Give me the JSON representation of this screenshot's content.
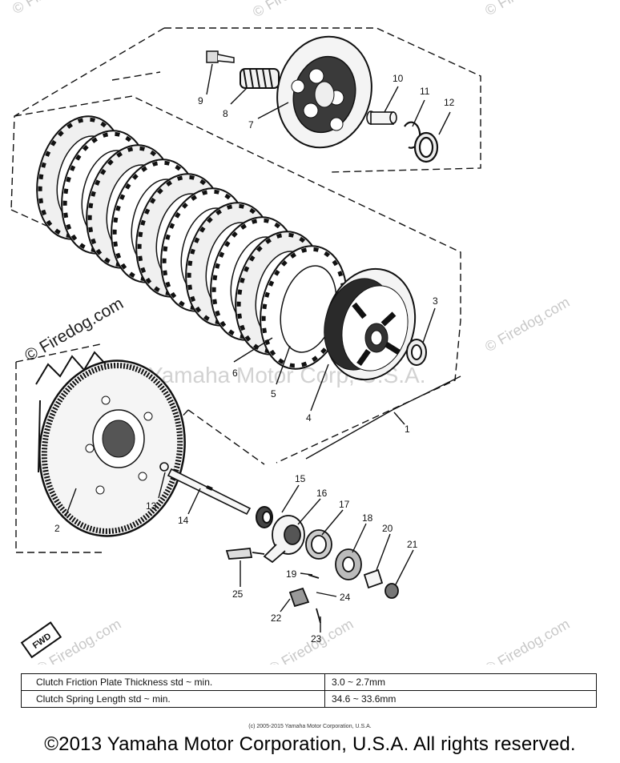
{
  "diagram": {
    "callouts": [
      {
        "id": "callout-1",
        "label": "1"
      },
      {
        "id": "callout-2",
        "label": "2"
      },
      {
        "id": "callout-3",
        "label": "3"
      },
      {
        "id": "callout-4",
        "label": "4"
      },
      {
        "id": "callout-5",
        "label": "5"
      },
      {
        "id": "callout-6",
        "label": "6"
      },
      {
        "id": "callout-7",
        "label": "7"
      },
      {
        "id": "callout-8",
        "label": "8"
      },
      {
        "id": "callout-9",
        "label": "9"
      },
      {
        "id": "callout-10",
        "label": "10"
      },
      {
        "id": "callout-11",
        "label": "11"
      },
      {
        "id": "callout-12",
        "label": "12"
      },
      {
        "id": "callout-13",
        "label": "13"
      },
      {
        "id": "callout-14",
        "label": "14"
      },
      {
        "id": "callout-15",
        "label": "15"
      },
      {
        "id": "callout-16",
        "label": "16"
      },
      {
        "id": "callout-17",
        "label": "17"
      },
      {
        "id": "callout-18",
        "label": "18"
      },
      {
        "id": "callout-19",
        "label": "19"
      },
      {
        "id": "callout-20",
        "label": "20"
      },
      {
        "id": "callout-21",
        "label": "21"
      },
      {
        "id": "callout-22",
        "label": "22"
      },
      {
        "id": "callout-23",
        "label": "23"
      },
      {
        "id": "callout-24",
        "label": "24"
      },
      {
        "id": "callout-25",
        "label": "25"
      }
    ],
    "fwd_badge": "FWD",
    "watermarks": {
      "firedog": "© Firedog.com",
      "yamaha": "Yamaha Motor Corp, U.S.A."
    }
  },
  "spec_table": {
    "rows": [
      {
        "label": "Clutch Friction Plate Thickness std ~ min.",
        "value": "3.0 ~ 2.7mm"
      },
      {
        "label": "Clutch Spring Length  std ~ min.",
        "value": "34.6 ~ 33.6mm"
      }
    ]
  },
  "small_copyright": "(c) 2005-2015 Yamaha Motor Corporation, U.S.A.",
  "footer": "©2013 Yamaha Motor Corporation, U.S.A. All rights reserved."
}
